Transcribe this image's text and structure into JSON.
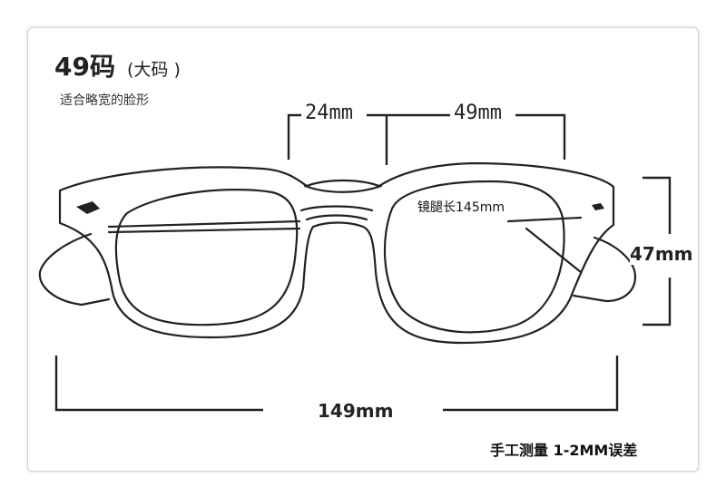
{
  "header": {
    "size_title": "49码",
    "size_sub": "(大码 )",
    "fit_note": "适合略宽的脸形"
  },
  "dimensions": {
    "bridge": "24mm",
    "lens_width": "49mm",
    "lens_height": "47mm",
    "total_width": "149mm",
    "temple_length": "镜腿长145mm"
  },
  "footer": {
    "disclaimer": "手工测量 1-2MM误差"
  },
  "colors": {
    "line": "#222222",
    "card_border": "#d4d4d4"
  }
}
